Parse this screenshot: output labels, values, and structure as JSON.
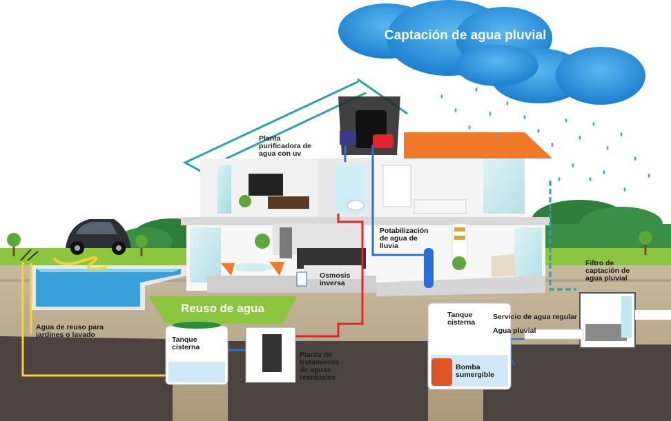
{
  "title": "Captación de agua pluvial",
  "section_reuse": "Reuso de agua",
  "labels": {
    "uv_plant": "Planta purificadora de agua con uv",
    "rain_potab": "Potabilización de agua de lluvia",
    "osmosis": "Osmosis inversa",
    "filter": "Filtro de captación de agua pluvial",
    "reuse_water": "Agua de reuso para jardines o lavado",
    "tank_left": "Tanque cisterna",
    "treatment": "Planta de tratamiento de aguas residuales",
    "tank_right": "Tanque cisterna",
    "regular_service": "Servicio de agua regular",
    "rain_water": "Agua pluvial",
    "pump": "Bomba sumergible"
  },
  "colors": {
    "sky_cloud": "#2a8fd9",
    "grass": "#8cc63f",
    "soil_light": "#b9a98e",
    "soil_dark": "#4a4340",
    "pool": "#3aa0dc",
    "roof": "#f07a2a",
    "pipe_red": "#e0262a",
    "pipe_blue": "#2a6fd6",
    "pipe_yellow": "#f4d23a"
  }
}
